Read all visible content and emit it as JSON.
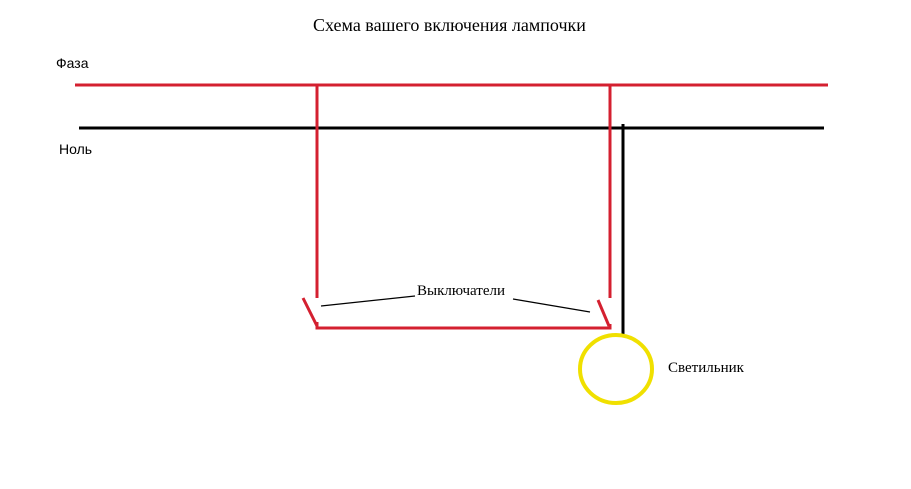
{
  "title": "Схема вашего включения лампочки",
  "labels": {
    "phase": "Фаза",
    "neutral": "Ноль",
    "switches": "Выключатели",
    "lamp": "Светильник"
  },
  "colors": {
    "phase_wire": "#d42030",
    "neutral_wire": "#000000",
    "lamp": "#f0e000",
    "background": "#ffffff"
  }
}
